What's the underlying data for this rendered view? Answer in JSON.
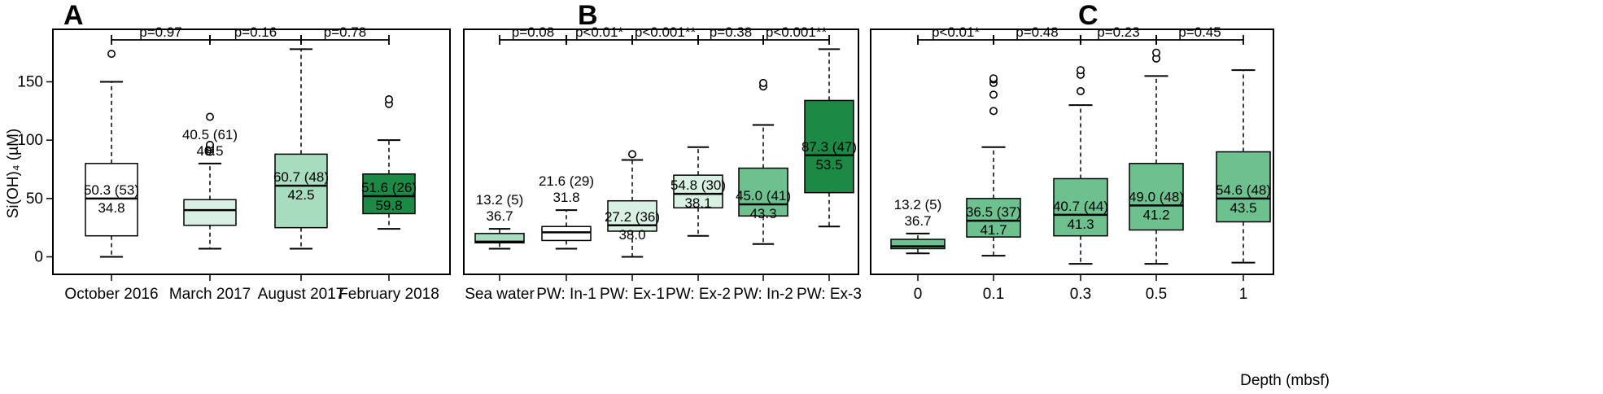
{
  "chart_data": [
    {
      "panel": "A",
      "type": "box",
      "ylabel": "Si(OH)₄ (µM)",
      "xlabel": "",
      "ylim": [
        -15,
        195
      ],
      "yticks": [
        0,
        50,
        100,
        150
      ],
      "categories": [
        "October 2016",
        "March 2017",
        "August 2017",
        "February 2018"
      ],
      "boxes": [
        {
          "min": 0,
          "q1": 18,
          "median": 50,
          "q3": 80,
          "max": 150,
          "outliers": [
            174
          ],
          "fill": "#ffffff",
          "label1": "50.3 (53)",
          "label2": "34.8"
        },
        {
          "min": 7,
          "q1": 27,
          "median": 40,
          "q3": 49,
          "max": 80,
          "outliers": [
            90,
            92,
            94,
            96,
            120
          ],
          "fill": "#d9f1e2",
          "label1": "40.5 (61)",
          "label2": "40.5"
        },
        {
          "min": 7,
          "q1": 25,
          "median": 61,
          "q3": 88,
          "max": 178,
          "outliers": [],
          "fill": "#a8dcbe",
          "label1": "60.7 (48)",
          "label2": "42.5"
        },
        {
          "min": 24,
          "q1": 37,
          "median": 52,
          "q3": 71,
          "max": 100,
          "outliers": [
            131,
            135
          ],
          "fill": "#1c8a45",
          "label1": "51.6 (26)",
          "label2": "59.8"
        }
      ],
      "comparisons": [
        {
          "from": 0,
          "to": 1,
          "label": "p=0.97"
        },
        {
          "from": 1,
          "to": 2,
          "label": "p=0.16"
        },
        {
          "from": 2,
          "to": 3,
          "label": "p=0.78"
        }
      ]
    },
    {
      "panel": "B",
      "type": "box",
      "ylabel": "",
      "xlabel": "",
      "ylim": [
        -15,
        195
      ],
      "categories": [
        "Sea water",
        "PW: In-1",
        "PW: Ex-1",
        "PW: Ex-2",
        "PW: In-2",
        "PW: Ex-3"
      ],
      "boxes": [
        {
          "min": 7,
          "q1": 12,
          "median": 13,
          "q3": 20,
          "max": 24,
          "outliers": [],
          "fill": "#a8dcbe",
          "label1": "13.2 (5)",
          "label2": "36.7"
        },
        {
          "min": 7,
          "q1": 14,
          "median": 21,
          "q3": 26,
          "max": 40,
          "outliers": [],
          "fill": "#ffffff",
          "label1": "21.6 (29)",
          "label2": "31.8"
        },
        {
          "min": 0,
          "q1": 22,
          "median": 27,
          "q3": 48,
          "max": 83,
          "outliers": [
            88
          ],
          "fill": "#d9f1e2",
          "label1": "27.2 (36)",
          "label2": "38.0"
        },
        {
          "min": 18,
          "q1": 42,
          "median": 54,
          "q3": 70,
          "max": 94,
          "outliers": [],
          "fill": "#d9f1e2",
          "label1": "54.8 (30)",
          "label2": "38.1"
        },
        {
          "min": 11,
          "q1": 35,
          "median": 45,
          "q3": 76,
          "max": 113,
          "outliers": [
            146,
            149
          ],
          "fill": "#6cc18f",
          "label1": "45.0 (41)",
          "label2": "43.3"
        },
        {
          "min": 26,
          "q1": 55,
          "median": 87,
          "q3": 134,
          "max": 178,
          "outliers": [],
          "fill": "#1c8a45",
          "label1": "87.3 (47)",
          "label2": "53.5"
        }
      ],
      "comparisons": [
        {
          "from": 0,
          "to": 1,
          "label": "p=0.08"
        },
        {
          "from": 1,
          "to": 2,
          "label": "p<0.01*"
        },
        {
          "from": 2,
          "to": 3,
          "label": "p<0.001**"
        },
        {
          "from": 3,
          "to": 4,
          "label": "p=0.38"
        },
        {
          "from": 4,
          "to": 5,
          "label": "p<0.001**"
        }
      ]
    },
    {
      "panel": "C",
      "type": "box",
      "ylabel": "",
      "xlabel": "Depth (mbsf)",
      "ylim": [
        -15,
        195
      ],
      "categories": [
        "0",
        "0.1",
        "0.3",
        "0.5",
        "1"
      ],
      "boxes": [
        {
          "min": 3,
          "q1": 7,
          "median": 9,
          "q3": 15,
          "max": 20,
          "outliers": [],
          "fill": "#6cc18f",
          "label1": "13.2 (5)",
          "label2": "36.7"
        },
        {
          "min": 1,
          "q1": 17,
          "median": 31,
          "q3": 50,
          "max": 94,
          "outliers": [
            125,
            139,
            149,
            152,
            153
          ],
          "fill": "#6cc18f",
          "label1": "36.5 (37)",
          "label2": "41.7"
        },
        {
          "min": -6,
          "q1": 18,
          "median": 36,
          "q3": 67,
          "max": 130,
          "outliers": [
            142,
            156,
            160
          ],
          "fill": "#6cc18f",
          "label1": "40.7 (44)",
          "label2": "41.3"
        },
        {
          "min": -6,
          "q1": 23,
          "median": 44,
          "q3": 80,
          "max": 155,
          "outliers": [
            170,
            175
          ],
          "fill": "#6cc18f",
          "label1": "49.0 (48)",
          "label2": "41.2"
        },
        {
          "min": -5,
          "q1": 30,
          "median": 50,
          "q3": 90,
          "max": 160,
          "outliers": [],
          "fill": "#6cc18f",
          "label1": "54.6 (48)",
          "label2": "43.5"
        }
      ],
      "comparisons": [
        {
          "from": 0,
          "to": 1,
          "label": "p<0.01*"
        },
        {
          "from": 1,
          "to": 2,
          "label": "p=0.48"
        },
        {
          "from": 2,
          "to": 3,
          "label": "p=0.23"
        },
        {
          "from": 3,
          "to": 4,
          "label": "p=0.45"
        }
      ]
    }
  ]
}
